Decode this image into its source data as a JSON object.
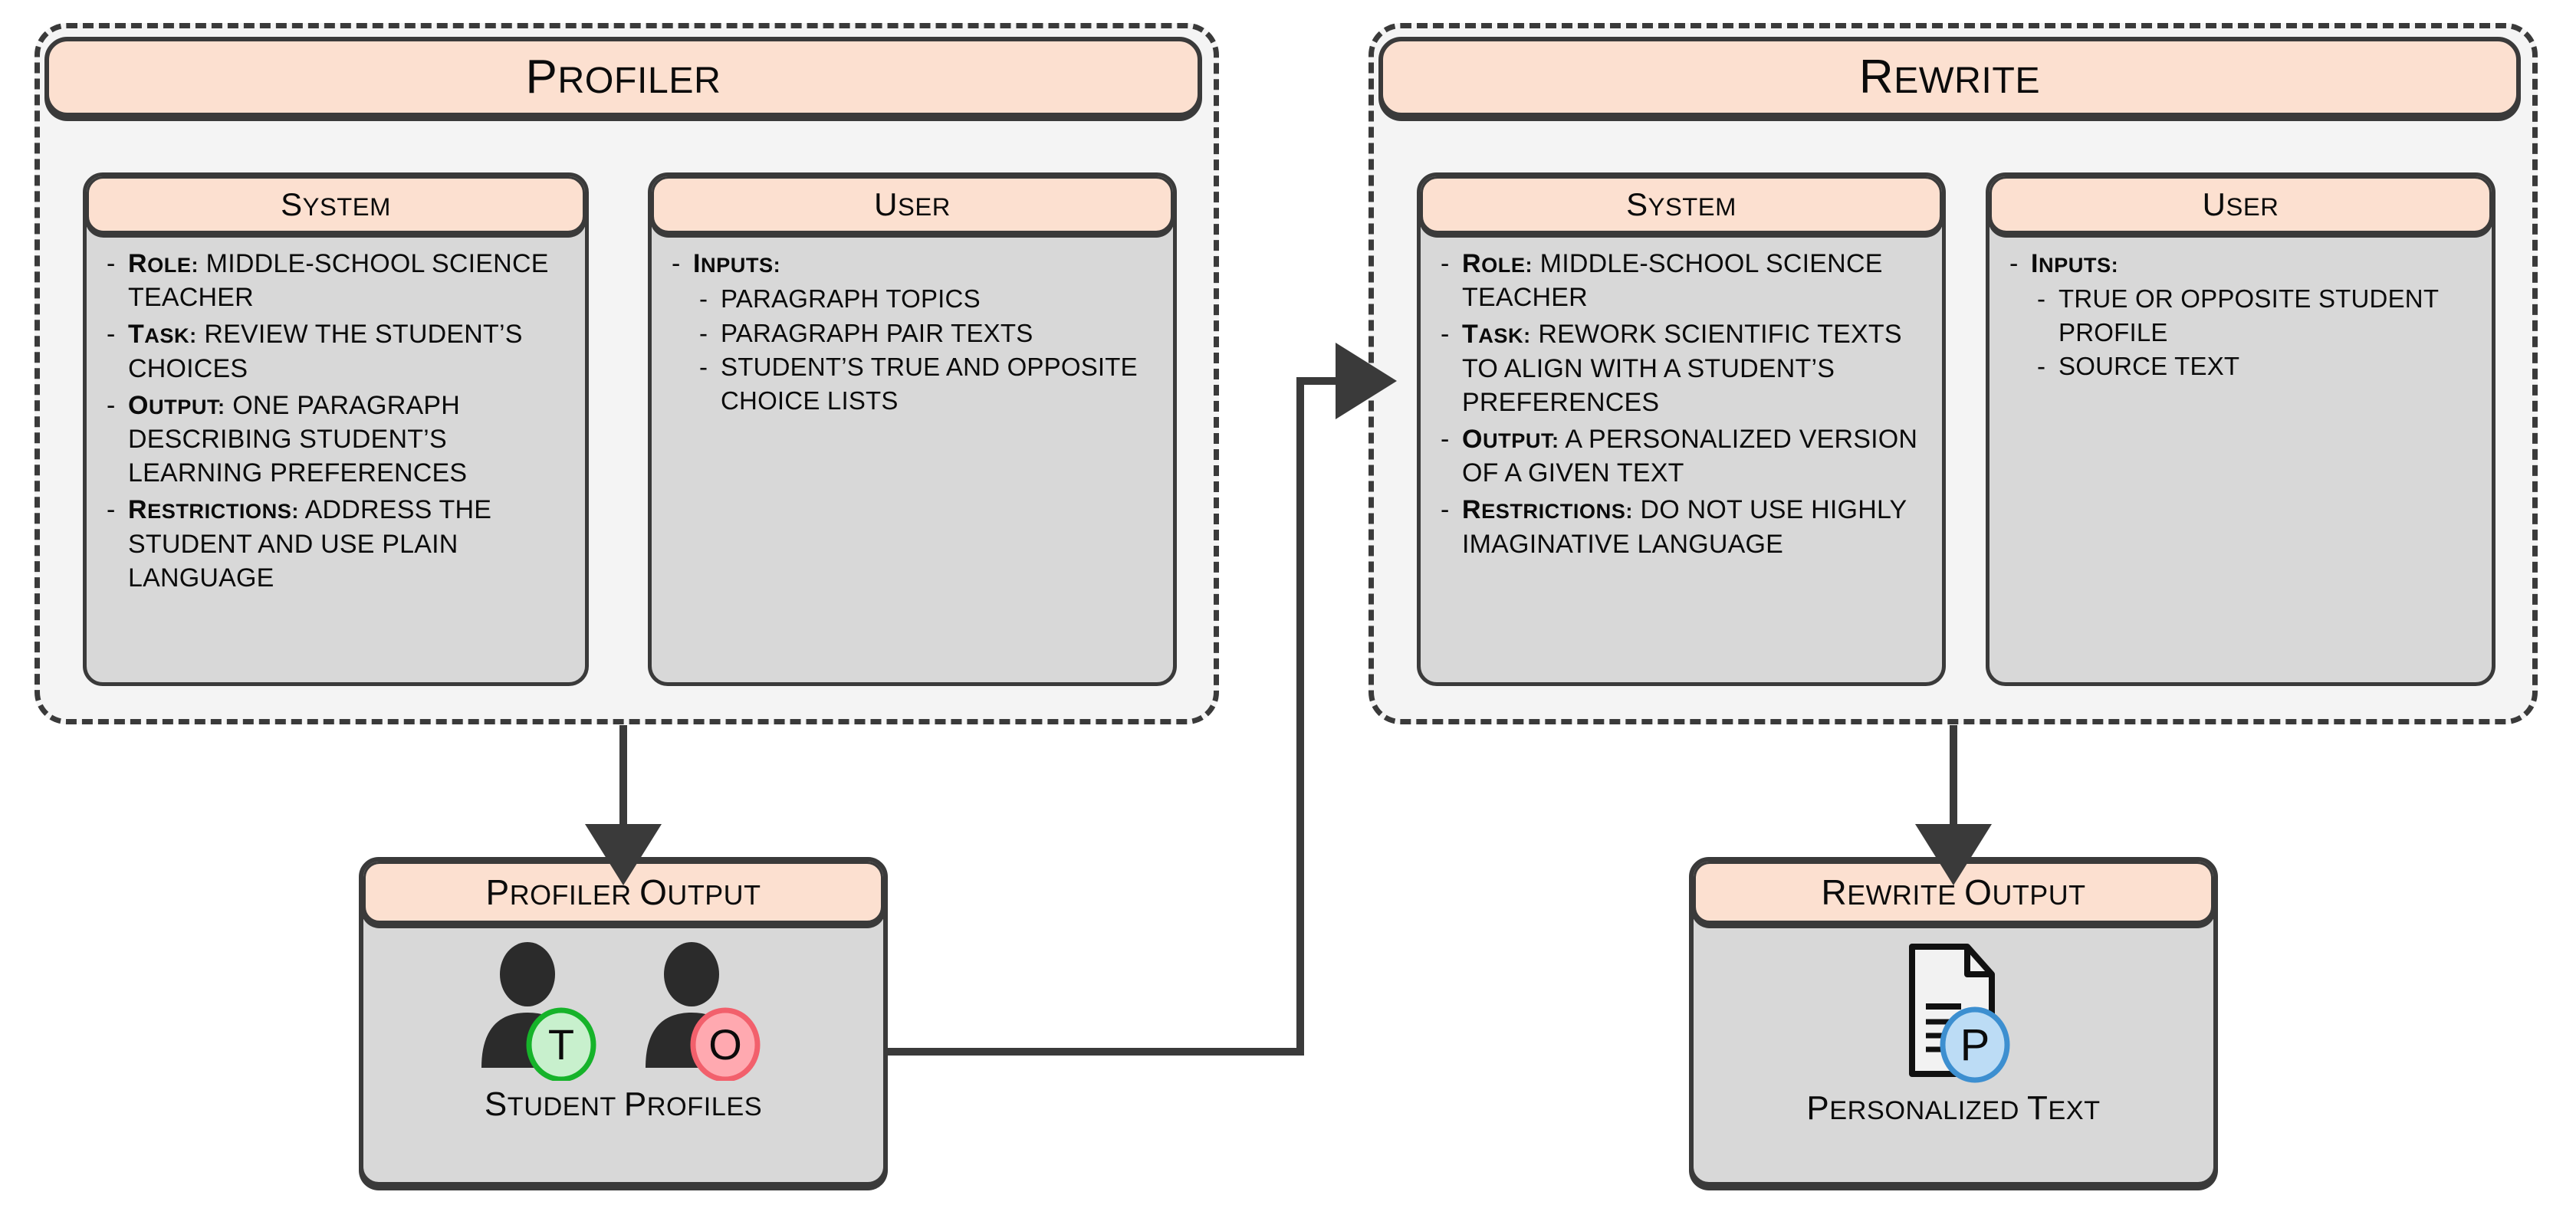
{
  "colors": {
    "header_pink": "#fce0d0",
    "panel_gray": "#d8d8d8",
    "container_bg": "#f4f4f4",
    "stroke": "#3a3a3a",
    "badge_true_fill": "#c8f0cd",
    "badge_true_stroke": "#16b32a",
    "badge_opposite_fill": "#ffa9b0",
    "badge_opposite_stroke": "#f2606c",
    "badge_personalized_fill": "#bcdcf5",
    "badge_personalized_stroke": "#3d8fd0",
    "person_fill": "#2b2b2b",
    "doc_fill": "#f2f2f2"
  },
  "agents": [
    {
      "id": "profiler",
      "title": "Profiler",
      "panels": [
        {
          "id": "profiler-system",
          "head": "System",
          "items": [
            {
              "label": "Role:",
              "text": "middle-school science teacher"
            },
            {
              "label": "Task:",
              "text": "review the student’s choices"
            },
            {
              "label": "Output:",
              "text": "one paragraph describing student’s learning preferences"
            },
            {
              "label": "Restrictions:",
              "text": "address the student and use plain language"
            }
          ]
        },
        {
          "id": "profiler-user",
          "head": "User",
          "items": [
            {
              "label": "Inputs:",
              "text": "",
              "sub": [
                "paragraph topics",
                "paragraph pair texts",
                "student’s true and opposite choice lists"
              ]
            }
          ]
        }
      ]
    },
    {
      "id": "rewrite",
      "title": "Rewrite",
      "panels": [
        {
          "id": "rewrite-system",
          "head": "System",
          "items": [
            {
              "label": "Role:",
              "text": "middle-school science teacher"
            },
            {
              "label": "Task:",
              "text": "rework scientific texts to align with a student’s preferences"
            },
            {
              "label": "Output:",
              "text": "a personalized version of a given text"
            },
            {
              "label": "Restrictions:",
              "text": "do not use highly imaginative language"
            }
          ]
        },
        {
          "id": "rewrite-user",
          "head": "User",
          "items": [
            {
              "label": "Inputs:",
              "text": "",
              "sub": [
                "true or opposite student profile",
                "source text"
              ]
            }
          ]
        }
      ]
    }
  ],
  "outputs": [
    {
      "id": "profiler-output",
      "head": "Profiler Output",
      "caption": "Student Profiles",
      "icons": [
        {
          "name": "person-true-icon",
          "badge": "T"
        },
        {
          "name": "person-opposite-icon",
          "badge": "O"
        }
      ]
    },
    {
      "id": "rewrite-output",
      "head": "Rewrite Output",
      "caption": "Personalized Text",
      "icons": [
        {
          "name": "document-personalized-icon",
          "badge": "P"
        }
      ]
    }
  ]
}
